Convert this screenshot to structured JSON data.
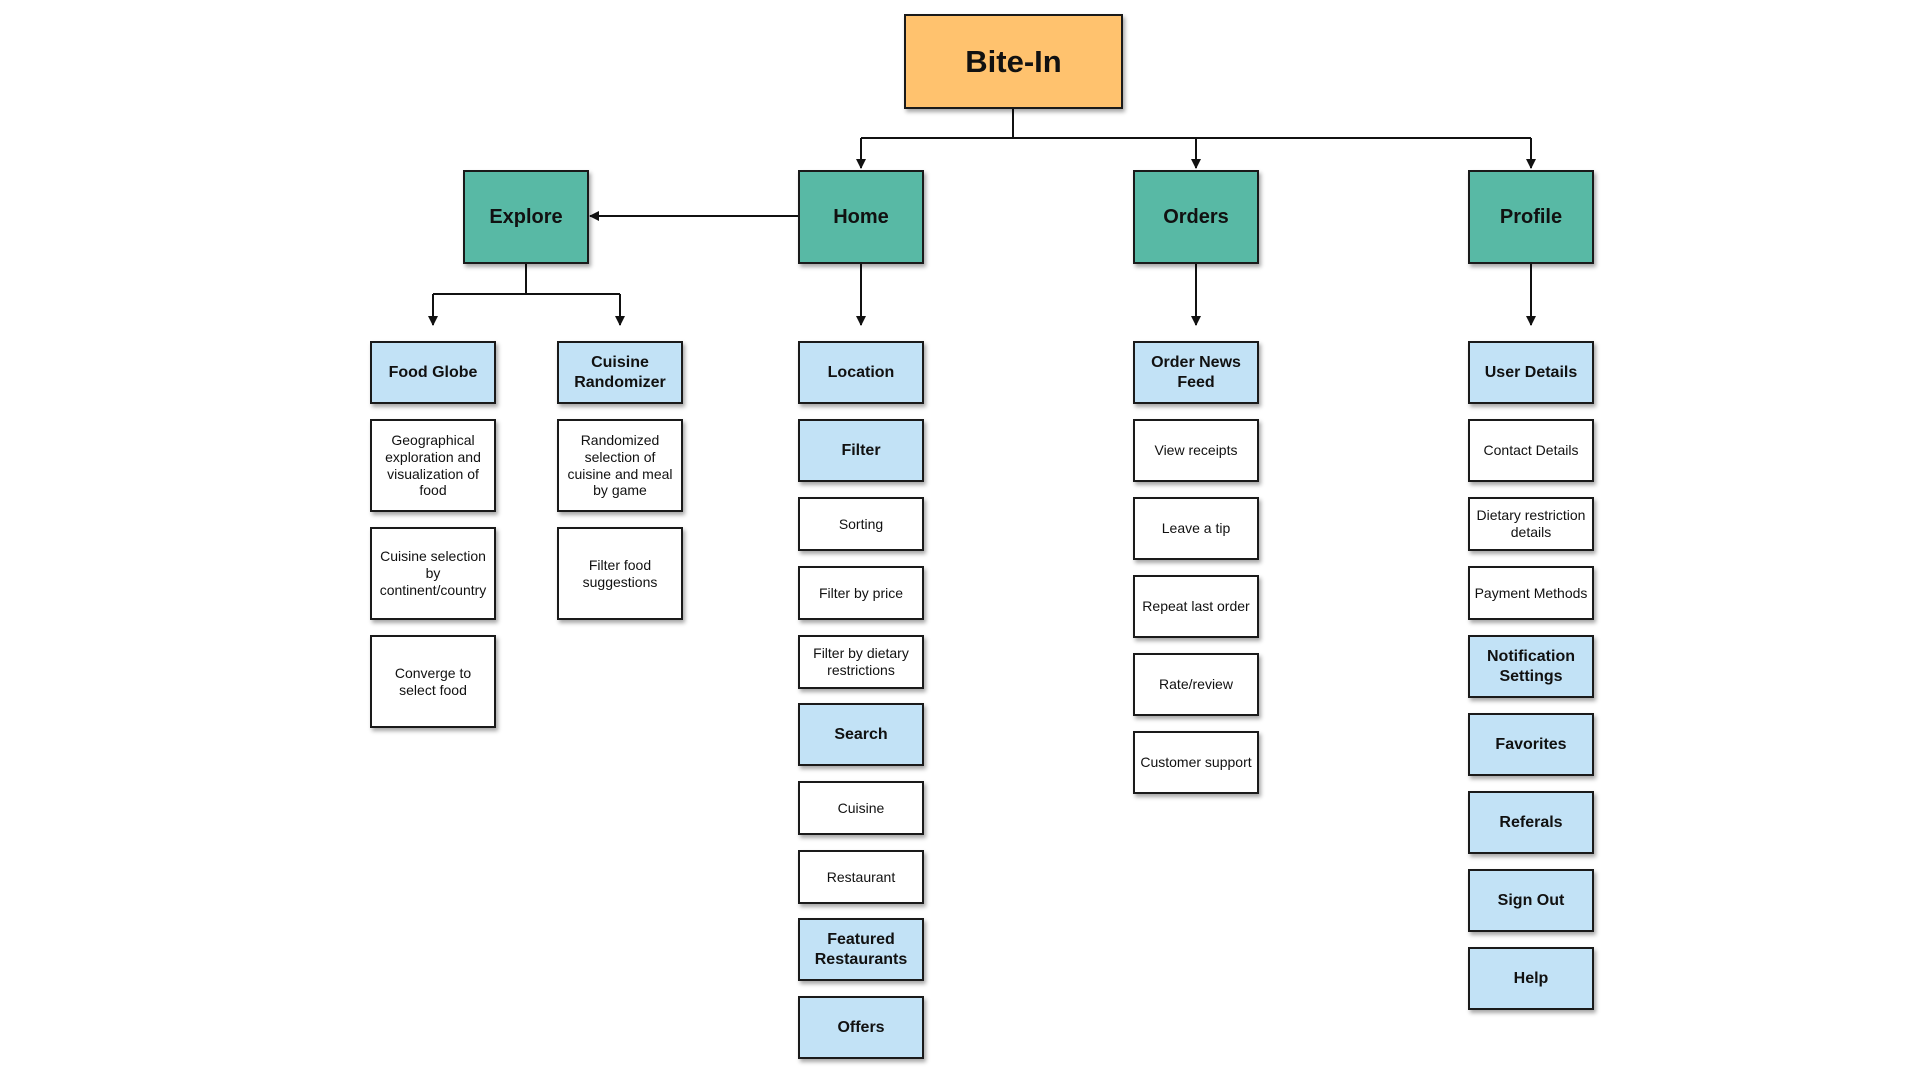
{
  "colors": {
    "root": "#ffc26e",
    "section": "#58b9a5",
    "feature": "#c2e2f6",
    "detail": "#ffffff",
    "line": "#111111"
  },
  "nodes": {
    "root": "Bite-In",
    "explore": "Explore",
    "home": "Home",
    "orders": "Orders",
    "profile": "Profile",
    "food_globe": "Food Globe",
    "food_globe_geo": "Geographical exploration and visualization of food",
    "food_globe_cuisine": "Cuisine selection by continent/country",
    "food_globe_converge": "Converge to select food",
    "randomizer": "Cuisine Randomizer",
    "randomizer_game": "Randomized selection of cuisine and meal by game",
    "randomizer_filter": "Filter food suggestions",
    "location": "Location",
    "filter": "Filter",
    "sorting": "Sorting",
    "filter_price": "Filter by price",
    "filter_dietary": "Filter by dietary restrictions",
    "search": "Search",
    "search_cuisine": "Cuisine",
    "search_restaurant": "Restaurant",
    "featured": "Featured Restaurants",
    "offers": "Offers",
    "order_feed": "Order News Feed",
    "view_receipts": "View receipts",
    "leave_tip": "Leave a tip",
    "repeat_order": "Repeat last order",
    "rate_review": "Rate/review",
    "customer_support": "Customer support",
    "user_details": "User Details",
    "contact_details": "Contact Details",
    "dietary_details": "Dietary restriction details",
    "payment_methods": "Payment Methods",
    "notification_settings": "Notification Settings",
    "favorites": "Favorites",
    "referals": "Referals",
    "sign_out": "Sign Out",
    "help": "Help"
  }
}
